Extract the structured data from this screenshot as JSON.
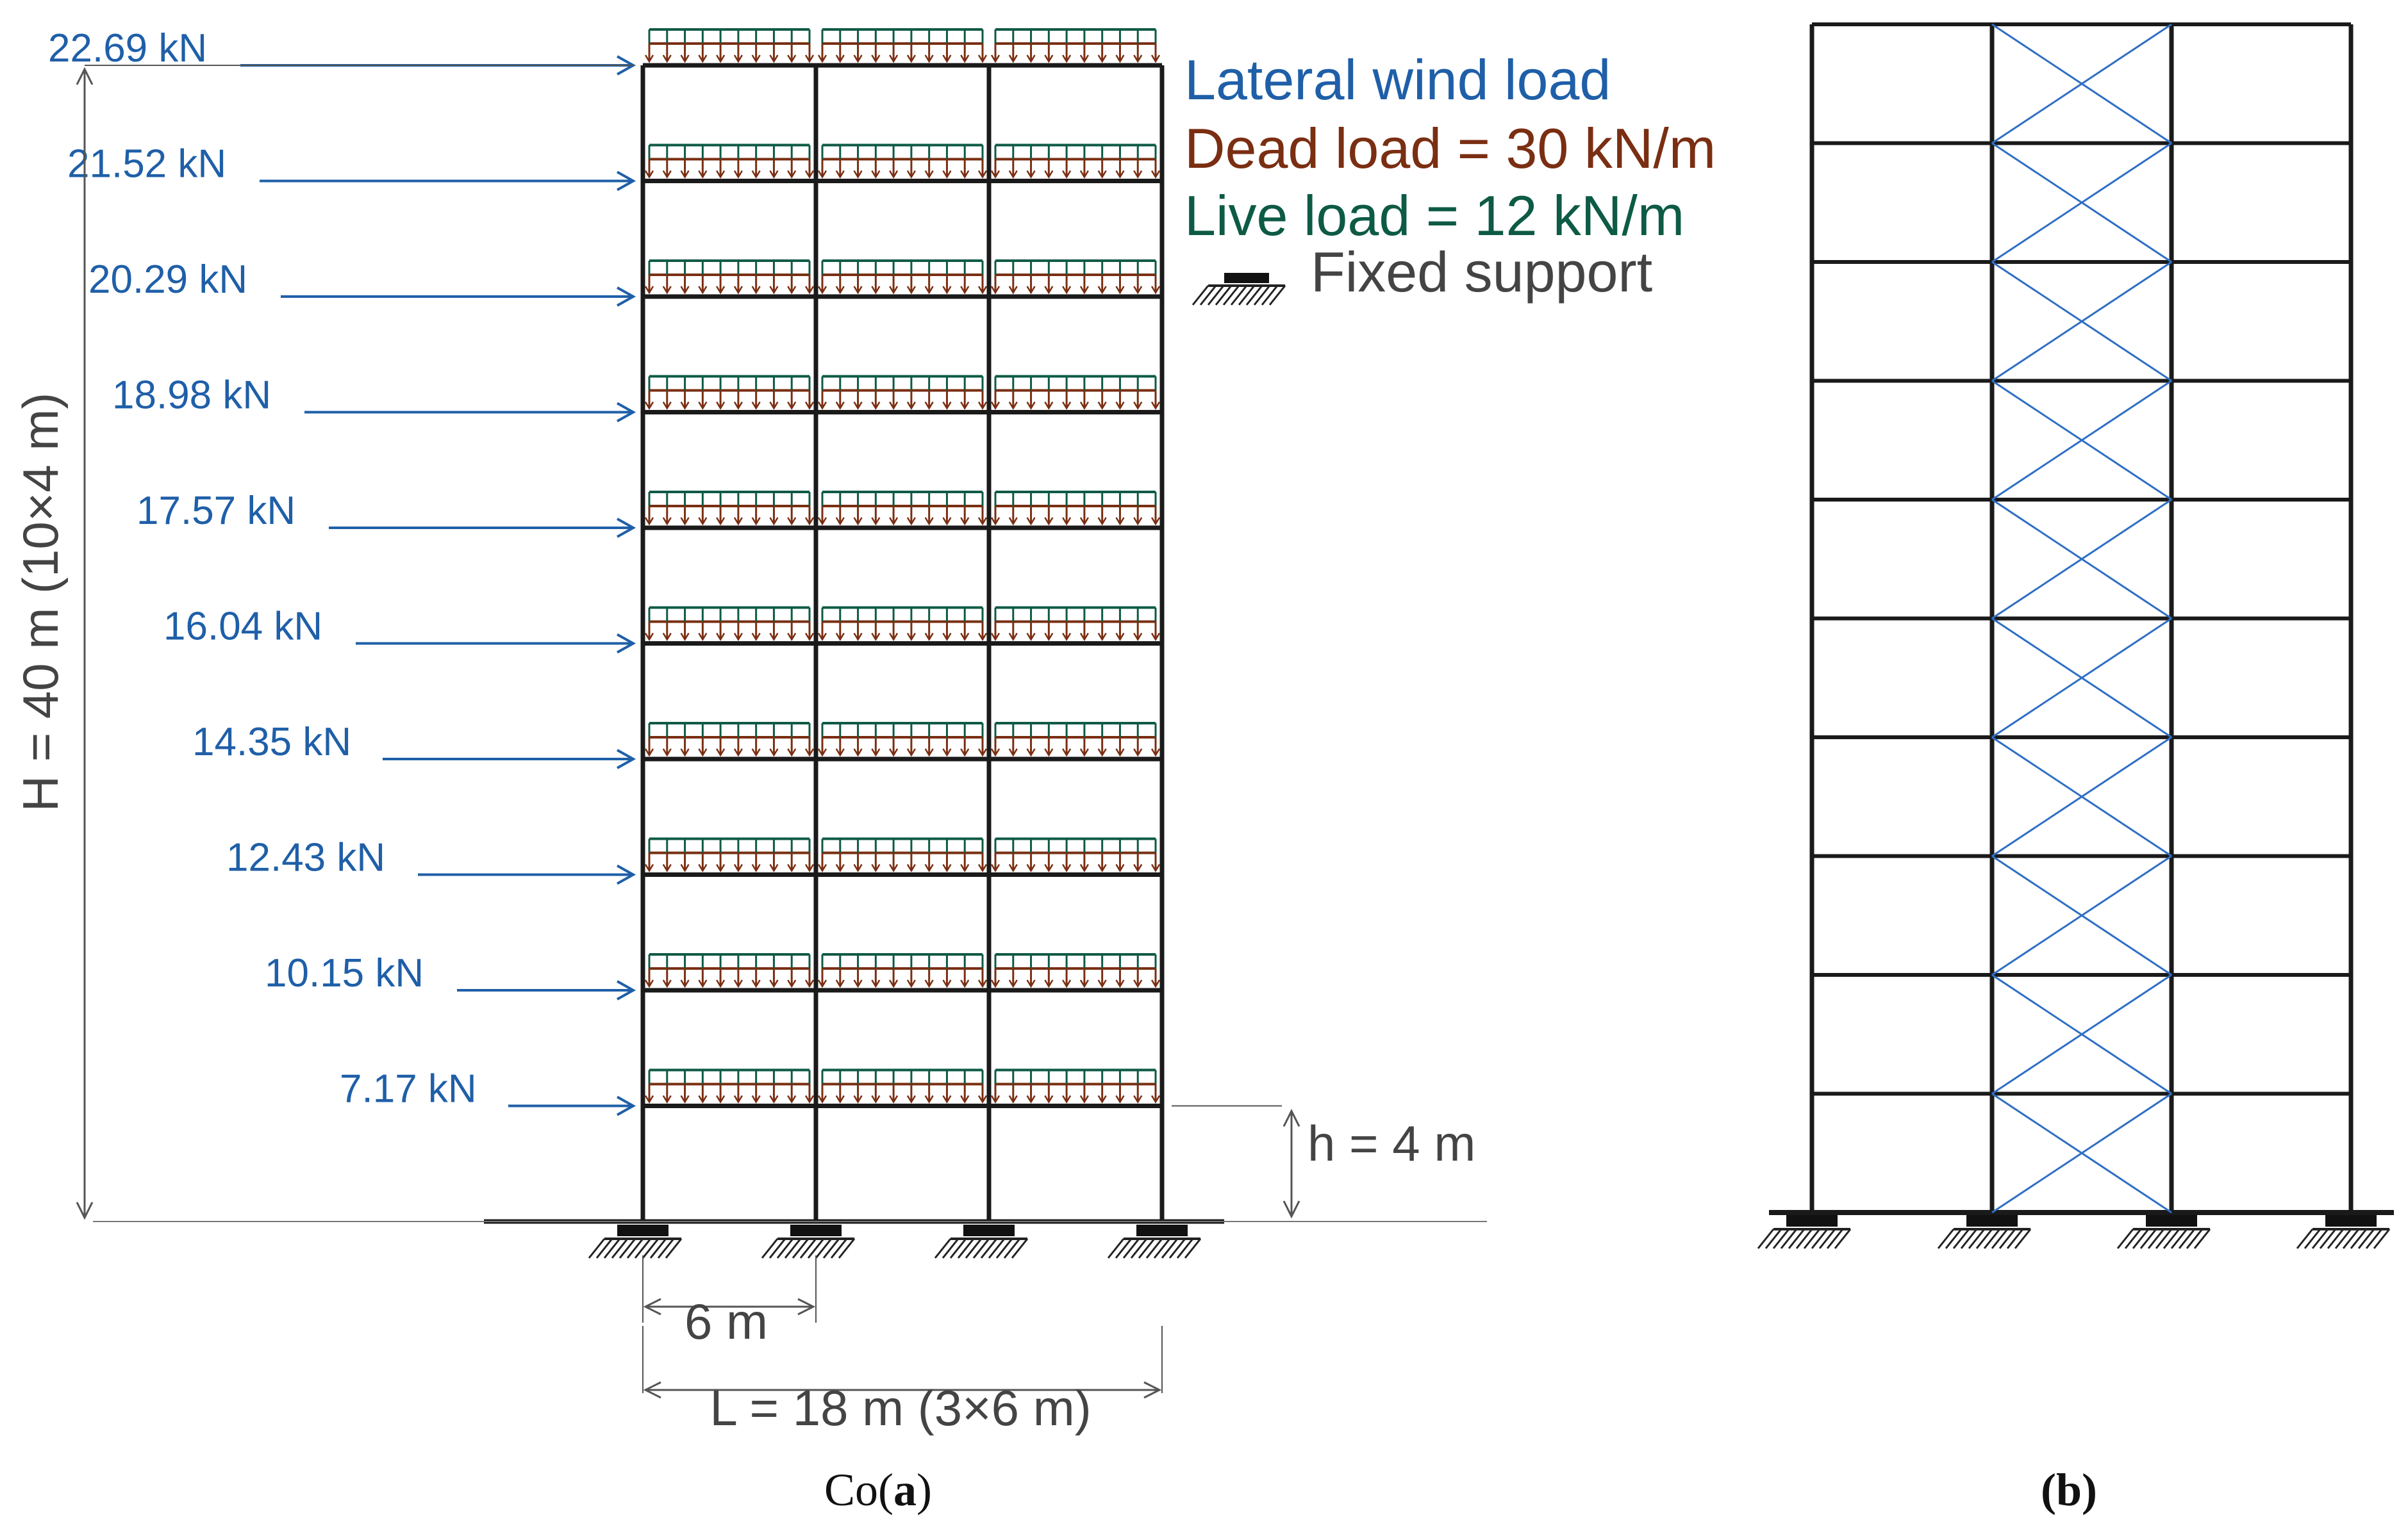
{
  "wind_loads": [
    "22.69 kN",
    "21.52 kN",
    "20.29 kN",
    "18.98 kN",
    "17.57 kN",
    "16.04 kN",
    "14.35 kN",
    "12.43 kN",
    "10.15 kN",
    "7.17 kN"
  ],
  "legend": {
    "wind": "Lateral wind load",
    "dead": "Dead load = 30 kN/m",
    "live": "Live load = 12 kN/m",
    "support": "Fixed support"
  },
  "dimensions": {
    "height": "H = 40 m (10×4 m)",
    "storey": "h = 4 m",
    "bay": "6 m",
    "length": "L = 18 m (3×6 m)"
  },
  "captions": {
    "a_prefix": "Co(",
    "a_letter": "a",
    "a_suffix": ")",
    "b_full": "(b)"
  },
  "structure": {
    "storeys": 10,
    "bays": 3,
    "braced_bay": 2
  },
  "colors": {
    "wind": "#1f5fa8",
    "dead": "#7a2e12",
    "live": "#0d5a45",
    "frame": "#1a1a1a",
    "brace": "#2f6fc4",
    "text": "#444444"
  }
}
